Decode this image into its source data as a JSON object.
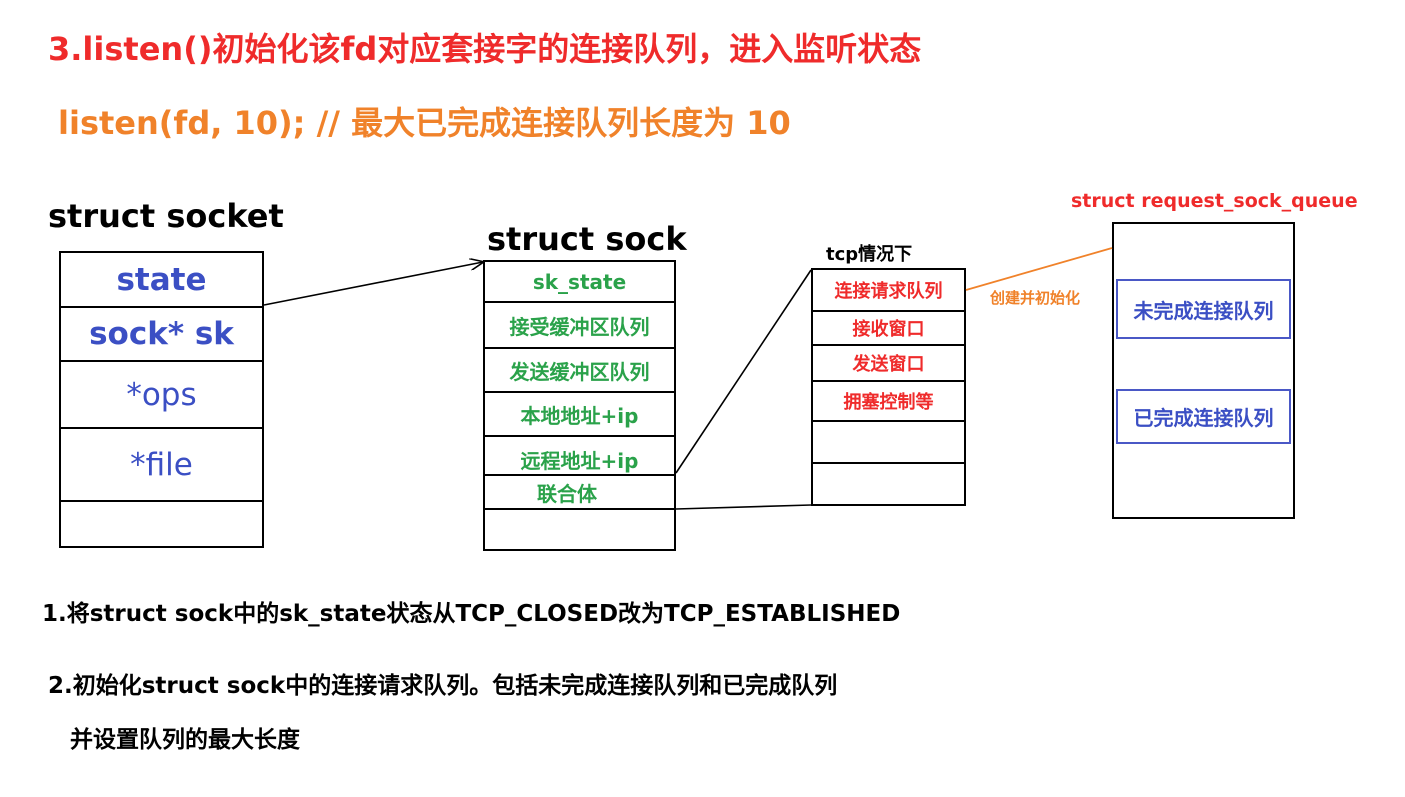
{
  "title": "3.listen()初始化该fd对应套接字的连接队列，进入监听状态",
  "subtitle": "listen(fd, 10); // 最大已完成连接队列长度为 10",
  "socket": {
    "label": "struct socket",
    "fields": [
      "state",
      "sock* sk",
      "*ops",
      "*file",
      ""
    ]
  },
  "sock": {
    "label": "struct sock",
    "fields": [
      "sk_state",
      "接受缓冲区队列",
      "发送缓冲区队列",
      "本地地址+ip",
      "远程地址+ip",
      "联合体",
      ""
    ]
  },
  "tcp": {
    "label": "tcp情况下",
    "fields": [
      "连接请求队列",
      "接收窗口",
      "发送窗口",
      "拥塞控制等",
      "",
      ""
    ]
  },
  "request_sock_queue": {
    "label": "struct request_sock_queue",
    "fields": [
      "",
      "未完成连接队列",
      "",
      "已完成连接队列",
      ""
    ]
  },
  "init_label": "创建并初始化",
  "notes": [
    "1.将struct sock中的sk_state状态从TCP_CLOSED改为TCP_ESTABLISHED",
    "2.初始化struct sock中的连接请求队列。包括未完成连接队列和已完成队列",
    "并设置队列的最大长度"
  ],
  "colors": {
    "title": "#ef2b2b",
    "subtitle": "#f0822a",
    "socket_text": "#3b4fc4",
    "sock_text": "#2aa24a",
    "tcp_text": "#ef2b2b",
    "queue_border": "#4a58c6"
  }
}
